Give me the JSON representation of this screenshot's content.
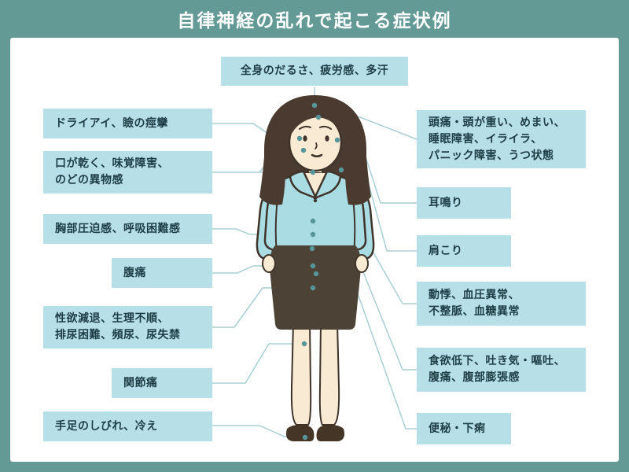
{
  "title": "自律神経の乱れで起こる症状例",
  "figure": {
    "description": "standing woman illustration, front view",
    "parts": [
      "hair",
      "face",
      "blouse",
      "skirt",
      "legs",
      "shoes"
    ]
  },
  "symptoms": {
    "top": {
      "label": "全身のだるさ、疲労感、多汗",
      "target": "whole-body"
    },
    "left": [
      {
        "label": "ドライアイ、瞼の痙攣",
        "target": "eye"
      },
      {
        "label": "口が乾く、味覚障害、\nのどの異物感",
        "target": "mouth-throat"
      },
      {
        "label": "胸部圧迫感、呼吸困難感",
        "target": "chest"
      },
      {
        "label": "腹痛",
        "target": "abdomen"
      },
      {
        "label": "性欲減退、生理不順、\n排尿困難、頻尿、尿失禁",
        "target": "pelvis"
      },
      {
        "label": "関節痛",
        "target": "knee"
      },
      {
        "label": "手足のしびれ、冷え",
        "target": "foot"
      }
    ],
    "right": [
      {
        "label": "頭痛・頭が重い、めまい、\n睡眠障害、イライラ、\nパニック障害、うつ状態",
        "target": "head"
      },
      {
        "label": "耳鳴り",
        "target": "ear"
      },
      {
        "label": "肩こり",
        "target": "shoulder"
      },
      {
        "label": "動悸、血圧異常、\n不整脈、血糖異常",
        "target": "heart"
      },
      {
        "label": "食欲低下、吐き気・嘔吐、\n腹痛、腹部膨張感",
        "target": "stomach"
      },
      {
        "label": "便秘・下痢",
        "target": "intestines"
      }
    ]
  },
  "colors": {
    "frame": "#639a96",
    "box": "#b6dfe7",
    "ink": "#1e3e46",
    "line": "#a8cfd4",
    "dot": "#56969a",
    "outline": "#3f332a",
    "hair": "#4b3a2f",
    "skin": "#f8ead3",
    "blouse": "#a9dce3",
    "skirt": "#4d4236",
    "shoe": "#453527"
  }
}
